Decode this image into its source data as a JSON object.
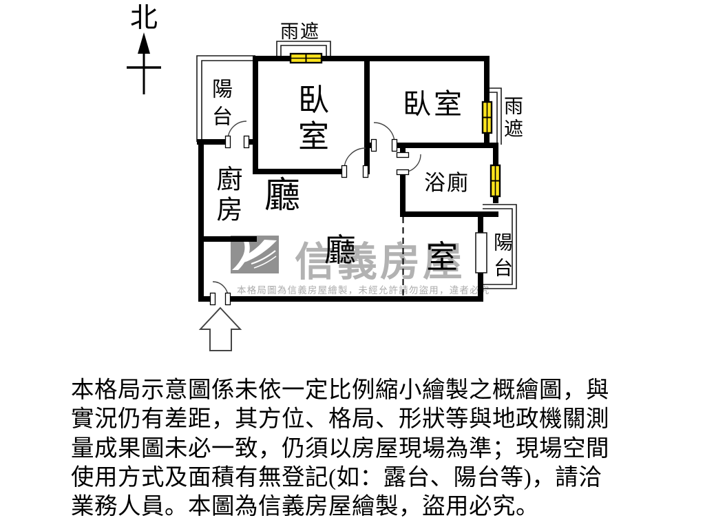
{
  "compass": {
    "label": "北"
  },
  "plan": {
    "rooms": {
      "balcony_top": "陽台",
      "bedroom_left": "臥室",
      "bedroom_right": "臥室",
      "kitchen": "廚房",
      "hall_upper": "廳",
      "hall_lower": "廳",
      "flex_room": "室",
      "bathroom": "浴廁",
      "balcony_right": "陽台",
      "rain_shelter_top": "雨遮",
      "rain_shelter_right": "雨遮"
    },
    "colors": {
      "wall": "#000000",
      "window": "#ffe41c",
      "watermark_gray": "#b2b2b2"
    }
  },
  "watermark": {
    "brand": "信義房屋",
    "notice": "本格局圖為信義房屋繪製，未經允許請勿盜用，違者必究"
  },
  "disclaimer": {
    "lines": [
      "本格局示意圖係未依一定比例縮小繪製之概繪圖，與",
      "實況仍有差距，其方位、格局、形狀等與地政機關測",
      "量成果圖未必一致，仍須以房屋現場為準；現場空間",
      "使用方式及面積有無登記(如：露台、陽台等)，請洽",
      "業務人員。本圖為信義房屋繪製，盜用必究。"
    ]
  }
}
